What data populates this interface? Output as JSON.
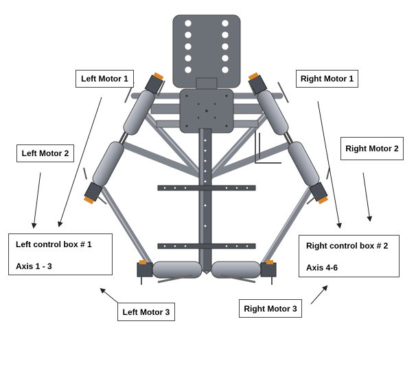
{
  "labels": {
    "left_motor_1": "Left Motor 1",
    "left_motor_2": "Left Motor 2",
    "left_motor_3": "Left Motor 3",
    "right_motor_1": "Right Motor 1",
    "right_motor_2": "Right Motor 2",
    "right_motor_3": "Right Motor 3"
  },
  "control_boxes": {
    "left": {
      "title": "Left control box # 1",
      "axes": "Axis 1 - 3"
    },
    "right": {
      "title": "Right control box # 2",
      "axes": "Axis 4-6"
    }
  },
  "colors": {
    "frame": "#8e929b",
    "frame_dark": "#555a62",
    "plate": "#6c7077",
    "motor_accent": "#d9862a",
    "line": "#222222"
  }
}
